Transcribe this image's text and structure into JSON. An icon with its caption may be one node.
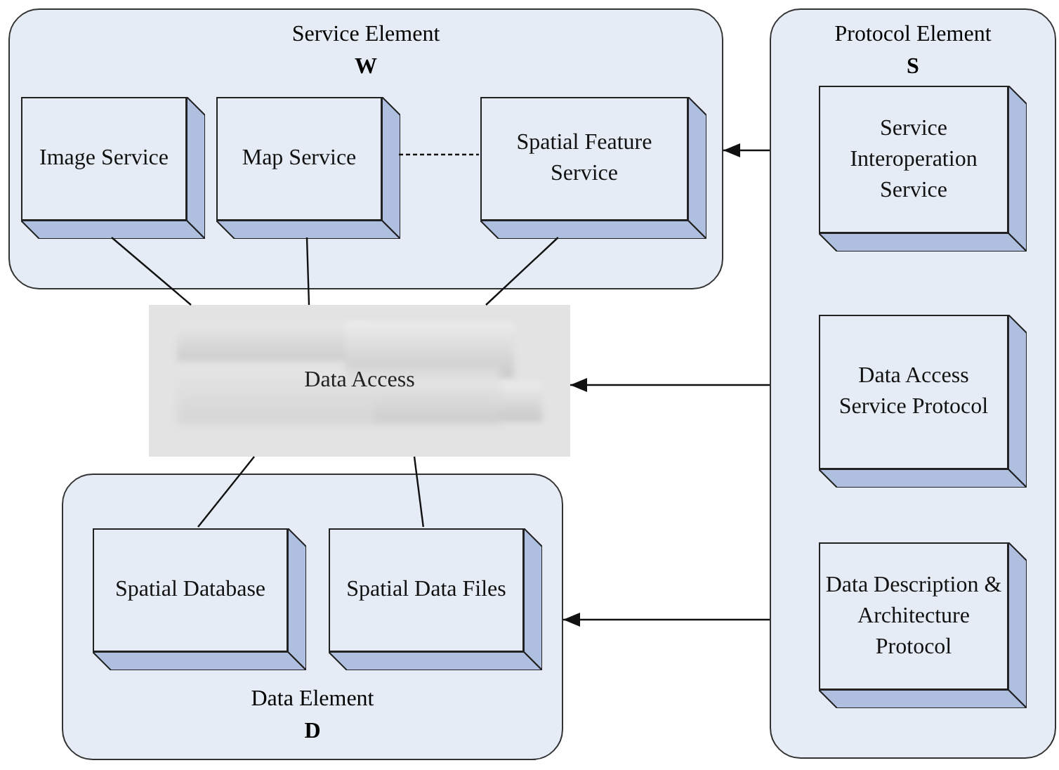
{
  "diagram": {
    "nodes": [
      {
        "text": [
          "Service Element",
          "W"
        ]
      },
      {
        "text": [
          "Image Service"
        ],
        "in": 0
      },
      {
        "text": [
          "Map Service"
        ],
        "in": 0
      },
      {
        "text": [
          "Spatial Feature Service"
        ],
        "in": 0
      },
      {
        "text": [
          "Protocol Element",
          "S"
        ]
      },
      {
        "text": [
          "Service Interoperation Service"
        ],
        "in": 4
      },
      {
        "text": [
          "Data Access Service Protocol"
        ],
        "in": 4
      },
      {
        "text": [
          "Data Description & Architecture Protocol"
        ],
        "in": 4
      },
      {
        "text": [
          "Data Access"
        ]
      },
      {
        "text": [
          "Data Element",
          "D"
        ]
      },
      {
        "text": [
          "Spatial Database"
        ],
        "in": 9
      },
      {
        "text": [
          "Spatial Data Files"
        ],
        "in": 9
      }
    ],
    "edges": [
      {
        "from": 1,
        "to": 8,
        "arrow": "none"
      },
      {
        "from": 2,
        "to": 8,
        "arrow": "none"
      },
      {
        "from": 3,
        "to": 8,
        "arrow": "none"
      },
      {
        "from": 8,
        "to": 10,
        "arrow": "none"
      },
      {
        "from": 8,
        "to": 11,
        "arrow": "none"
      },
      {
        "from": 2,
        "to": 3,
        "arrow": "none",
        "style": "dashed"
      },
      {
        "from": 4,
        "to": 0,
        "arrow": "to"
      },
      {
        "from": 4,
        "to": 8,
        "arrow": "to"
      },
      {
        "from": 4,
        "to": 9,
        "arrow": "to"
      }
    ]
  }
}
